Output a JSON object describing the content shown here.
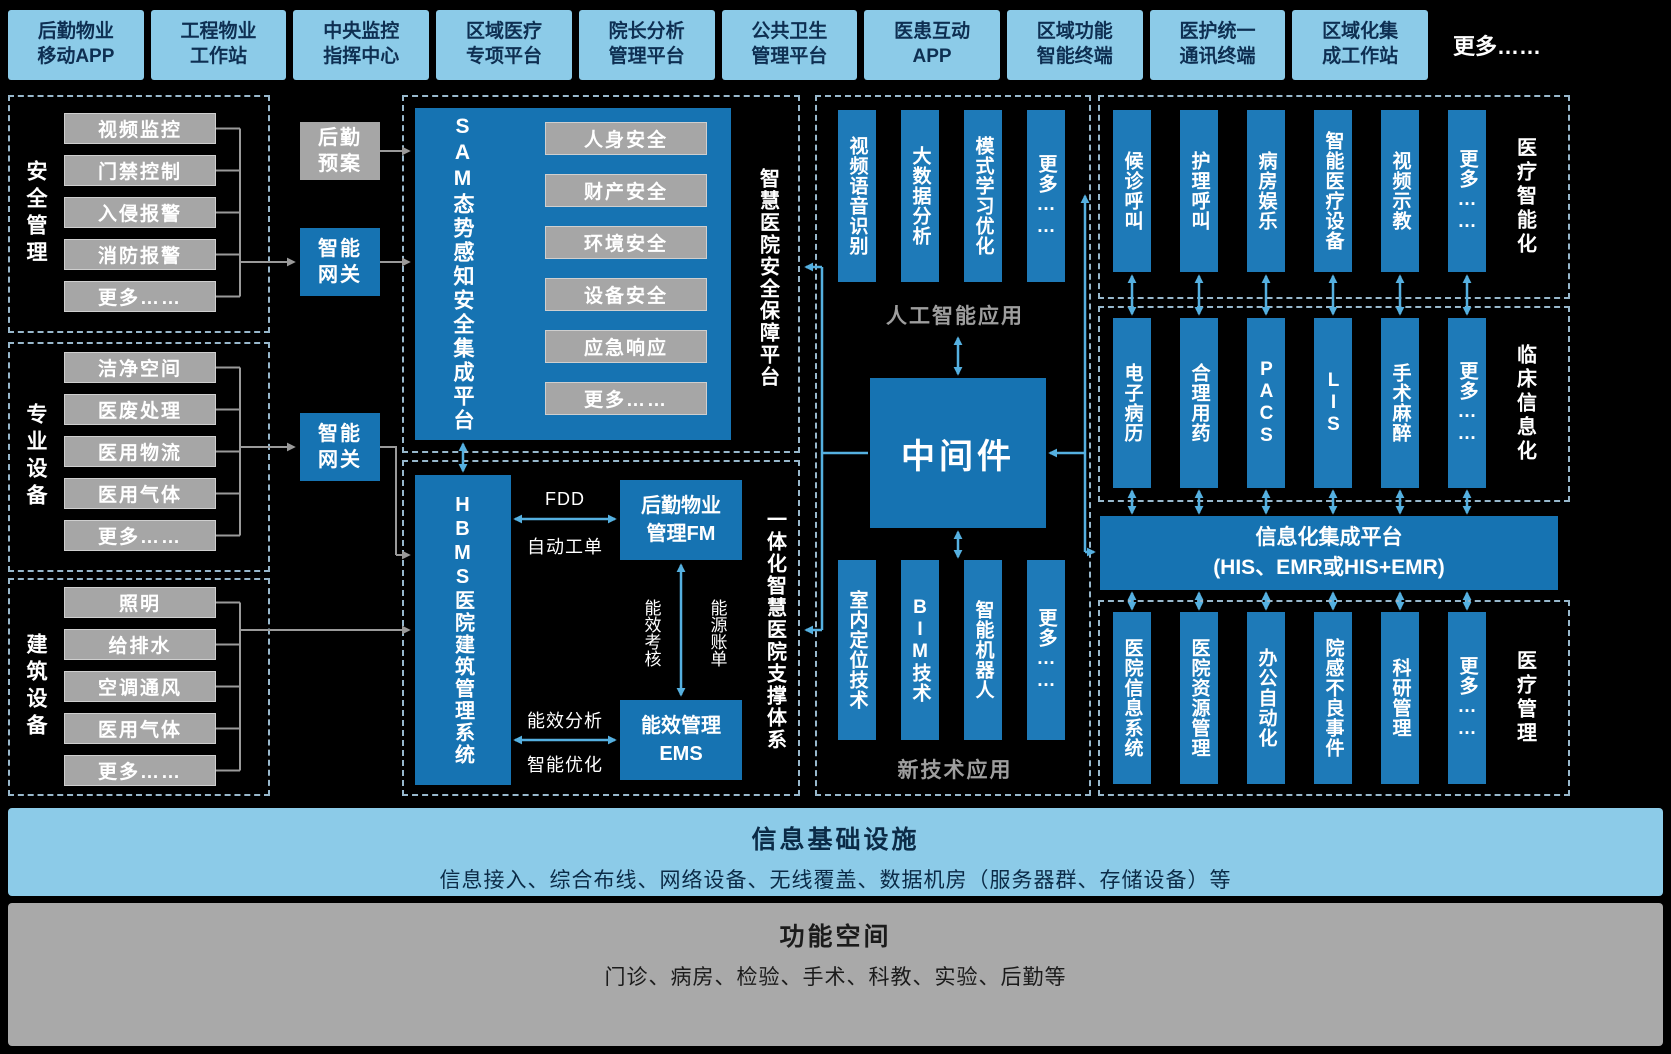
{
  "colors": {
    "light_blue": "#8ccbe8",
    "medium_blue": "#1673b2",
    "box_blue": "#1e7ab8",
    "gray_box": "#a6a6a6",
    "arrow_blue": "#55b0e0",
    "arrow_gray": "#9a9a9a"
  },
  "top_row": {
    "items": [
      "后勤物业\n移动APP",
      "工程物业\n工作站",
      "中央监控\n指挥中心",
      "区域医疗\n专项平台",
      "院长分析\n管理平台",
      "公共卫生\n管理平台",
      "医患互动\nAPP",
      "区域功能\n智能终端",
      "医护统一\n通讯终端",
      "区域化集\n成工作站"
    ],
    "more_label": "更多……"
  },
  "left_groups": [
    {
      "title": "安全管理",
      "items": [
        "视频监控",
        "门禁控制",
        "入侵报警",
        "消防报警",
        "更多……"
      ]
    },
    {
      "title": "专业设备",
      "items": [
        "洁净空间",
        "医废处理",
        "医用物流",
        "医用气体",
        "更多……"
      ]
    },
    {
      "title": "建筑设备",
      "items": [
        "照明",
        "给排水",
        "空调通风",
        "医用气体",
        "更多……"
      ]
    }
  ],
  "middle": {
    "reserve_plan": "后勤\n预案",
    "gateway1": "智能\n网关",
    "gateway2": "智能\n网关",
    "sam_title": "SAM态势感知安全集成平台",
    "sam_items": [
      "人身安全",
      "财产安全",
      "环境安全",
      "设备安全",
      "应急响应",
      "更多……"
    ],
    "security_platform_label": "智慧医院安全保障平台",
    "support_platform_label": "一体化智慧医院支撑体系",
    "hbms_title": "HBMS医院建筑管理系统",
    "fm_box": "后勤物业\n管理FM",
    "ems_box": "能效管理\nEMS",
    "fdd_label": "FDD",
    "auto_ticket_label": "自动工单",
    "energy_check_label": "能效考核",
    "energy_bill_label": "能源账单",
    "energy_analysis_label": "能效分析",
    "smart_opt_label": "智能优化"
  },
  "center": {
    "ai_boxes": [
      "视频语音识别",
      "大数据分析",
      "模式学习优化",
      "更多……"
    ],
    "ai_label": "人工智能应用",
    "middleware": "中间件",
    "tech_boxes": [
      "室内定位技术",
      "BIM技术",
      "智能机器人",
      "更多……"
    ],
    "tech_label": "新技术应用"
  },
  "right": {
    "groups": [
      {
        "label": "医疗智能化",
        "items": [
          "候诊呼叫",
          "护理呼叫",
          "病房娱乐",
          "智能医疗设备",
          "视频示教",
          "更多……"
        ]
      },
      {
        "label": "临床信息化",
        "items": [
          "电子病历",
          "合理用药",
          "PACS",
          "LIS",
          "手术麻醉",
          "更多……"
        ]
      },
      {
        "label": "医疗管理",
        "items": [
          "医院信息系统",
          "医院资源管理",
          "办公自动化",
          "院感不良事件",
          "科研管理",
          "更多……"
        ]
      }
    ],
    "integration_platform": "信息化集成平台\n(HIS、EMR或HIS+EMR)"
  },
  "bottom": {
    "infra_title": "信息基础设施",
    "infra_desc": "信息接入、综合布线、网络设备、无线覆盖、数据机房（服务器群、存储设备）等",
    "space_title": "功能空间",
    "space_desc": "门诊、病房、检验、手术、科教、实验、后勤等"
  }
}
